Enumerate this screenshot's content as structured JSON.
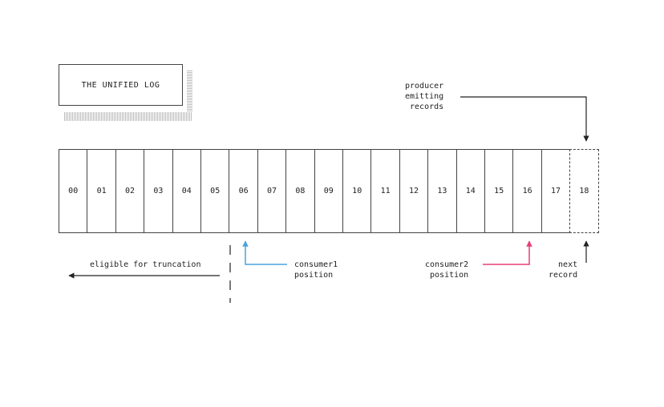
{
  "title": "THE UNIFIED LOG",
  "log_cells": [
    "00",
    "01",
    "02",
    "03",
    "04",
    "05",
    "06",
    "07",
    "08",
    "09",
    "10",
    "11",
    "12",
    "13",
    "14",
    "15",
    "16",
    "17"
  ],
  "next_cell": "18",
  "producer": {
    "lines": [
      "producer",
      "emitting",
      "records"
    ]
  },
  "truncation": {
    "label": "eligible for truncation"
  },
  "consumer1": {
    "lines": [
      "consumer1",
      "position"
    ],
    "color": "#4aa3df",
    "offset": "06"
  },
  "consumer2": {
    "lines": [
      "consumer2",
      "position"
    ],
    "color": "#e83e78",
    "offset": "16"
  },
  "next_record": {
    "lines": [
      "next",
      "record"
    ]
  }
}
